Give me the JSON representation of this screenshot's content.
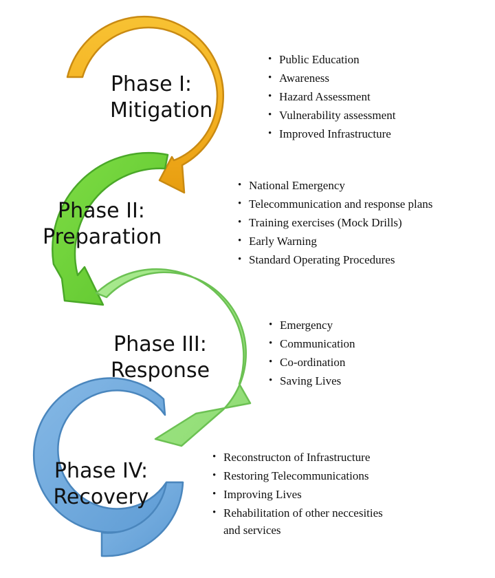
{
  "phases": [
    {
      "title_line1": "Phase I:",
      "title_line2": "Mitigation",
      "color": "#f3b21a",
      "items": [
        "Public Education",
        "Awareness",
        "Hazard Assessment",
        "Vulnerability assessment",
        "Improved Infrastructure"
      ]
    },
    {
      "title_line1": "Phase II:",
      "title_line2": "Preparation",
      "color": "#6cd33a",
      "items": [
        "National Emergency",
        "Telecommunication  and response plans",
        "Training exercises (Mock Drills)",
        "Early Warning",
        "Standard Operating Procedures"
      ]
    },
    {
      "title_line1": "Phase III:",
      "title_line2": "Response",
      "color": "#9fe585",
      "items": [
        "Emergency",
        "Communication",
        "Co-ordination",
        "Saving Lives"
      ]
    },
    {
      "title_line1": "Phase IV:",
      "title_line2": "Recovery",
      "color": "#6fa9dc",
      "items": [
        "Reconstructon of Infrastructure",
        "Restoring Telecommunications",
        "Improving Lives",
        "Rehabilitation  of other neccesities",
        "and services"
      ]
    }
  ]
}
